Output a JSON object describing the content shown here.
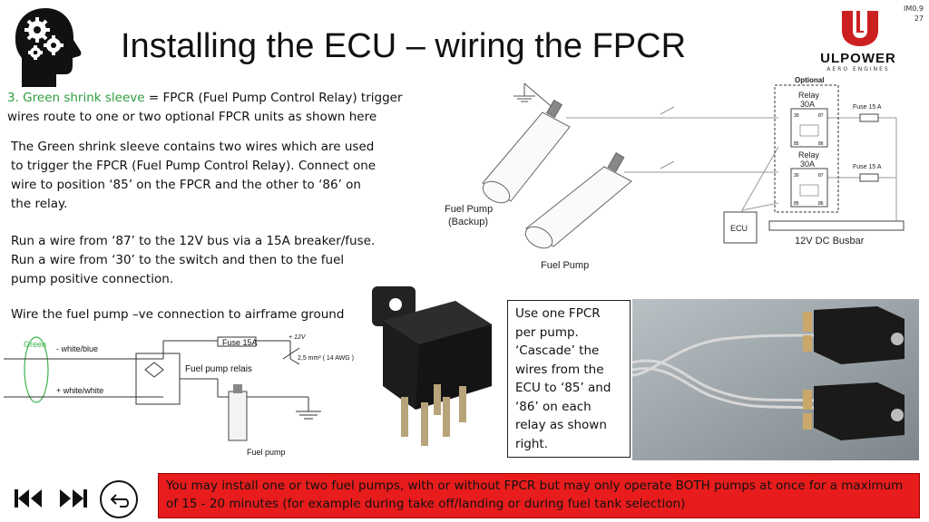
{
  "slide": {
    "title": "Installing the ECU – wiring the FPCR",
    "id_line1": "IM0.9",
    "id_line2": "27"
  },
  "logo": {
    "brand": "ULPOWER",
    "tagline": "AERO ENGINES",
    "accent": "#cc1f1f"
  },
  "intro": {
    "highlight": "3. Green shrink sleeve",
    "line1_rest": " = FPCR (Fuel Pump Control Relay) trigger",
    "line2": "wires route to one or two optional FPCR units as shown here"
  },
  "body": {
    "p1": [
      "The Green shrink sleeve contains two wires which are used",
      "to trigger the FPCR (Fuel Pump Control Relay). Connect one",
      "wire to position ‘85’ on the FPCR and the other to ‘86’ on",
      "the relay."
    ],
    "p2": [
      "Run a wire from ‘87’ to the 12V bus via a 15A breaker/fuse.",
      "Run a wire from ‘30’ to the switch and then to the fuel",
      "pump positive connection."
    ],
    "p3": "Wire the fuel pump –ve connection to airframe ground"
  },
  "right_diagram": {
    "optional": "Optional",
    "relay": "Relay",
    "amps": "30A",
    "fuse1": "Fuse 15 A",
    "fuse2": "Fuse 15 A",
    "pins": [
      "30",
      "87",
      "85",
      "86"
    ],
    "ecu": "ECU",
    "busbar": "12V DC Busbar",
    "pump_backup_1": "Fuel Pump",
    "pump_backup_2": "(Backup)",
    "pump_main": "Fuel Pump"
  },
  "left_diagram": {
    "green": "Green",
    "wire_blue": "-  white/blue",
    "wire_white": "+  white/white",
    "fuse": "Fuse 15A",
    "plus12": "+ 12V",
    "gauge": "2,5 mm² ( 14 AWG )",
    "relais": "Fuel pump relais",
    "pump": "Fuel pump"
  },
  "callout": [
    "Use one FPCR",
    "per pump.",
    "‘Cascade’ the",
    "wires from the",
    "ECU to ‘85’ and",
    "‘86’ on each",
    "relay as shown",
    "right."
  ],
  "warning": {
    "line1": "You may install one or two fuel pumps, with or without FPCR but may only operate BOTH pumps at once for a maximum",
    "line2": "of 15 - 20 minutes (for example during take off/landing or during fuel tank selection)",
    "color": "#e81c1c"
  }
}
